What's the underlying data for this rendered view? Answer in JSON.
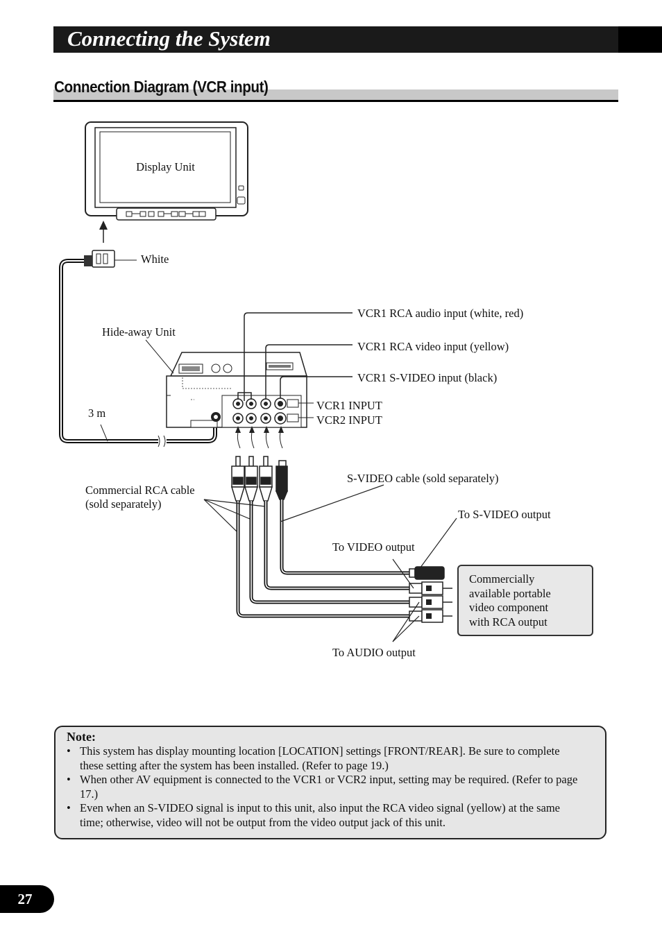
{
  "header": {
    "title": "Connecting the System"
  },
  "section": {
    "title": "Connection Diagram (VCR input)"
  },
  "diagram": {
    "display_unit": "Display Unit",
    "white": "White",
    "hide_away_unit": "Hide-away Unit",
    "length_3m": "3 m",
    "vcr1_audio": "VCR1 RCA audio input (white, red)",
    "vcr1_video": "VCR1 RCA video input (yellow)",
    "vcr1_svideo": "VCR1 S-VIDEO input (black)",
    "vcr1_input": "VCR1 INPUT",
    "vcr2_input": "VCR2 INPUT",
    "svideo_cable": "S-VIDEO cable (sold separately)",
    "rca_cable_line1": "Commercial RCA cable",
    "rca_cable_line2": "(sold separately)",
    "to_svideo_output": "To S-VIDEO output",
    "to_video_output": "To VIDEO output",
    "to_audio_output": "To AUDIO output",
    "component_line1": "Commercially",
    "component_line2": "available portable",
    "component_line3": "video component",
    "component_line4": "with RCA output"
  },
  "note": {
    "title": "Note:",
    "items": [
      "This system has display mounting location [LOCATION] settings [FRONT/REAR]. Be sure to complete these setting after the system has been installed. (Refer to page 19.)",
      "When other AV equipment is connected to the VCR1 or VCR2 input, setting may be required. (Refer to page 17.)",
      "Even when an S-VIDEO signal is input to this unit, also input the RCA video signal (yellow) at the same time; otherwise, video will not be output from the video output jack of this unit."
    ]
  },
  "page_number": "27"
}
